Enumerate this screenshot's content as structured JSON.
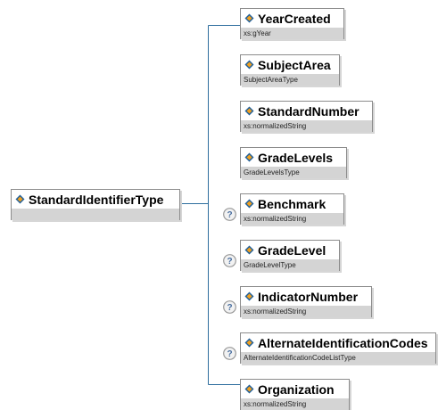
{
  "root": {
    "name": "StandardIdentifierType"
  },
  "children": [
    {
      "name": "YearCreated",
      "type": "xs:gYear",
      "optional": false
    },
    {
      "name": "SubjectArea",
      "type": "SubjectAreaType",
      "optional": false
    },
    {
      "name": "StandardNumber",
      "type": "xs:normalizedString",
      "optional": false
    },
    {
      "name": "GradeLevels",
      "type": "GradeLevelsType",
      "optional": false
    },
    {
      "name": "Benchmark",
      "type": "xs:normalizedString",
      "optional": true
    },
    {
      "name": "GradeLevel",
      "type": "GradeLevelType",
      "optional": true
    },
    {
      "name": "IndicatorNumber",
      "type": "xs:normalizedString",
      "optional": true
    },
    {
      "name": "AlternateIdentificationCodes",
      "type": "AlternateIdentificationCodeListType",
      "optional": true
    },
    {
      "name": "Organization",
      "type": "xs:normalizedString",
      "optional": false
    }
  ],
  "colors": {
    "connector": "#2e6e9e",
    "border": "#8c8c8c",
    "type_band": "#d4d4d4",
    "optional_badge": "#9a9a9a"
  },
  "icons": {
    "element": "element-diamond-icon",
    "optional": "question-mark-icon"
  }
}
